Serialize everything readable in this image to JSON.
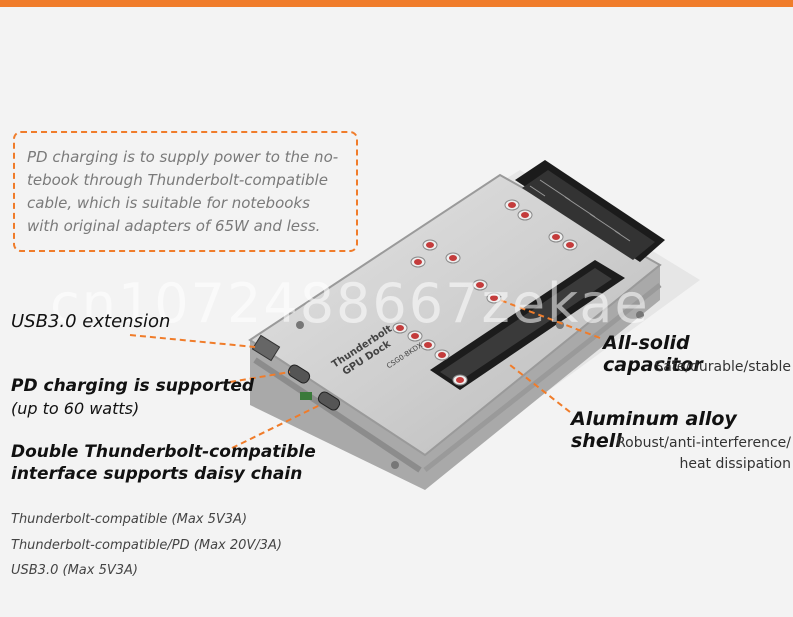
{
  "note": {
    "lines": [
      "PD charging is to supply power to the no-",
      "tebook through Thunderbolt-compatible",
      "cable, which is suitable for notebooks",
      "with original adapters of 65W and less."
    ]
  },
  "callouts": {
    "usb_extension": "USB3.0 extension",
    "pd_charging_line1": "PD charging is supported",
    "pd_charging_line2": "(up to 60 watts)",
    "daisy_line1": "Double Thunderbolt-compatible",
    "daisy_line2": "interface supports daisy chain",
    "capacitor_title": "All-solid capacitor",
    "capacitor_sub": "Safe/durable/stable",
    "shell_title": "Aluminum alloy shell",
    "shell_sub_line1": "Robust/anti-interference/",
    "shell_sub_line2": "heat dissipation"
  },
  "specs": [
    "Thunderbolt-compatible (Max 5V3A)",
    "Thunderbolt-compatible/PD (Max 20V/3A)",
    "USB3.0 (Max 5V3A)"
  ],
  "board_text": {
    "brand_line1": "Thunderbolt",
    "brand_line2": "GPU Dock",
    "model": "CSG0-BKDX"
  },
  "watermark": "cn1072488667zekae",
  "colors": {
    "accent": "#f07c2a"
  }
}
